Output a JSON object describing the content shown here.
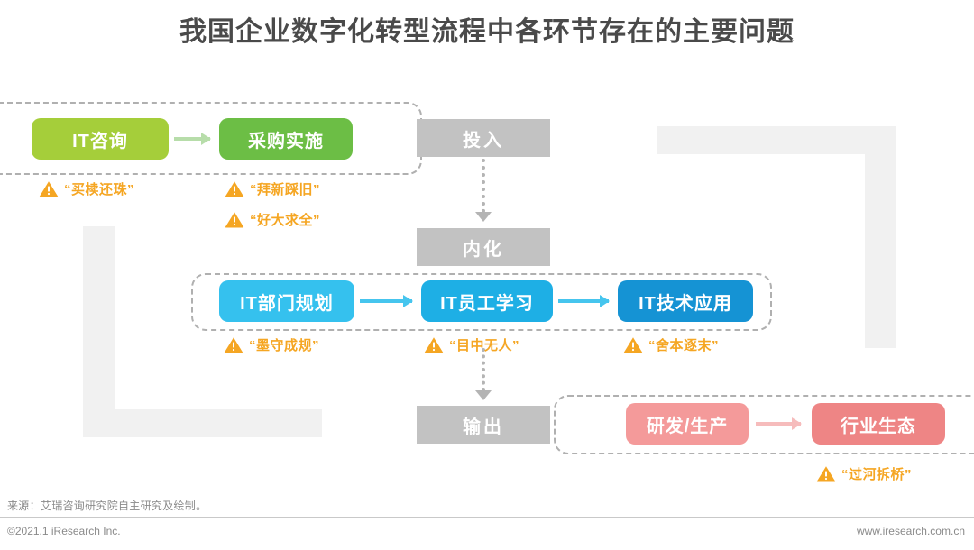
{
  "title": "我国企业数字化转型流程中各环节存在的主要问题",
  "stages": [
    {
      "label": "投入"
    },
    {
      "label": "内化"
    },
    {
      "label": "输出"
    }
  ],
  "flows": {
    "input": {
      "nodes": [
        {
          "label": "IT咨询",
          "color": "#a5ce3a"
        },
        {
          "label": "采购实施",
          "color": "#6cbe45"
        }
      ],
      "arrow_color": "#b7ddaa"
    },
    "internalize": {
      "nodes": [
        {
          "label": "IT部门规划",
          "color": "#35c1ee"
        },
        {
          "label": "IT员工学习",
          "color": "#1eafe5"
        },
        {
          "label": "IT技术应用",
          "color": "#1593d4"
        }
      ],
      "arrow_color": "#46c5ee"
    },
    "output": {
      "nodes": [
        {
          "label": "研发/生产",
          "color": "#f49a9a"
        },
        {
          "label": "行业生态",
          "color": "#ee8585"
        }
      ],
      "arrow_color": "#f6bcbc"
    }
  },
  "warnings": [
    {
      "icon": "warning-triangle-icon",
      "text": "“买椟还珠”"
    },
    {
      "icon": "warning-triangle-icon",
      "text": "“拜新踩旧”"
    },
    {
      "icon": "warning-triangle-icon",
      "text": "“好大求全”"
    },
    {
      "icon": "warning-triangle-icon",
      "text": "“墨守成规”"
    },
    {
      "icon": "warning-triangle-icon",
      "text": "“目中无人”"
    },
    {
      "icon": "warning-triangle-icon",
      "text": "“舍本逐末”"
    },
    {
      "icon": "warning-triangle-icon",
      "text": "“过河拆桥”"
    }
  ],
  "footer": {
    "source": "来源：艾瑞咨询研究院自主研究及绘制。",
    "copyright": "©2021.1 iResearch Inc.",
    "website": "www.iresearch.com.cn"
  },
  "colors": {
    "warning": "#f5a623",
    "stage_gray": "#c2c2c2",
    "deco_gray": "#f1f1f1",
    "dash_border": "#b0b0b0",
    "title": "#4a4a4a"
  }
}
